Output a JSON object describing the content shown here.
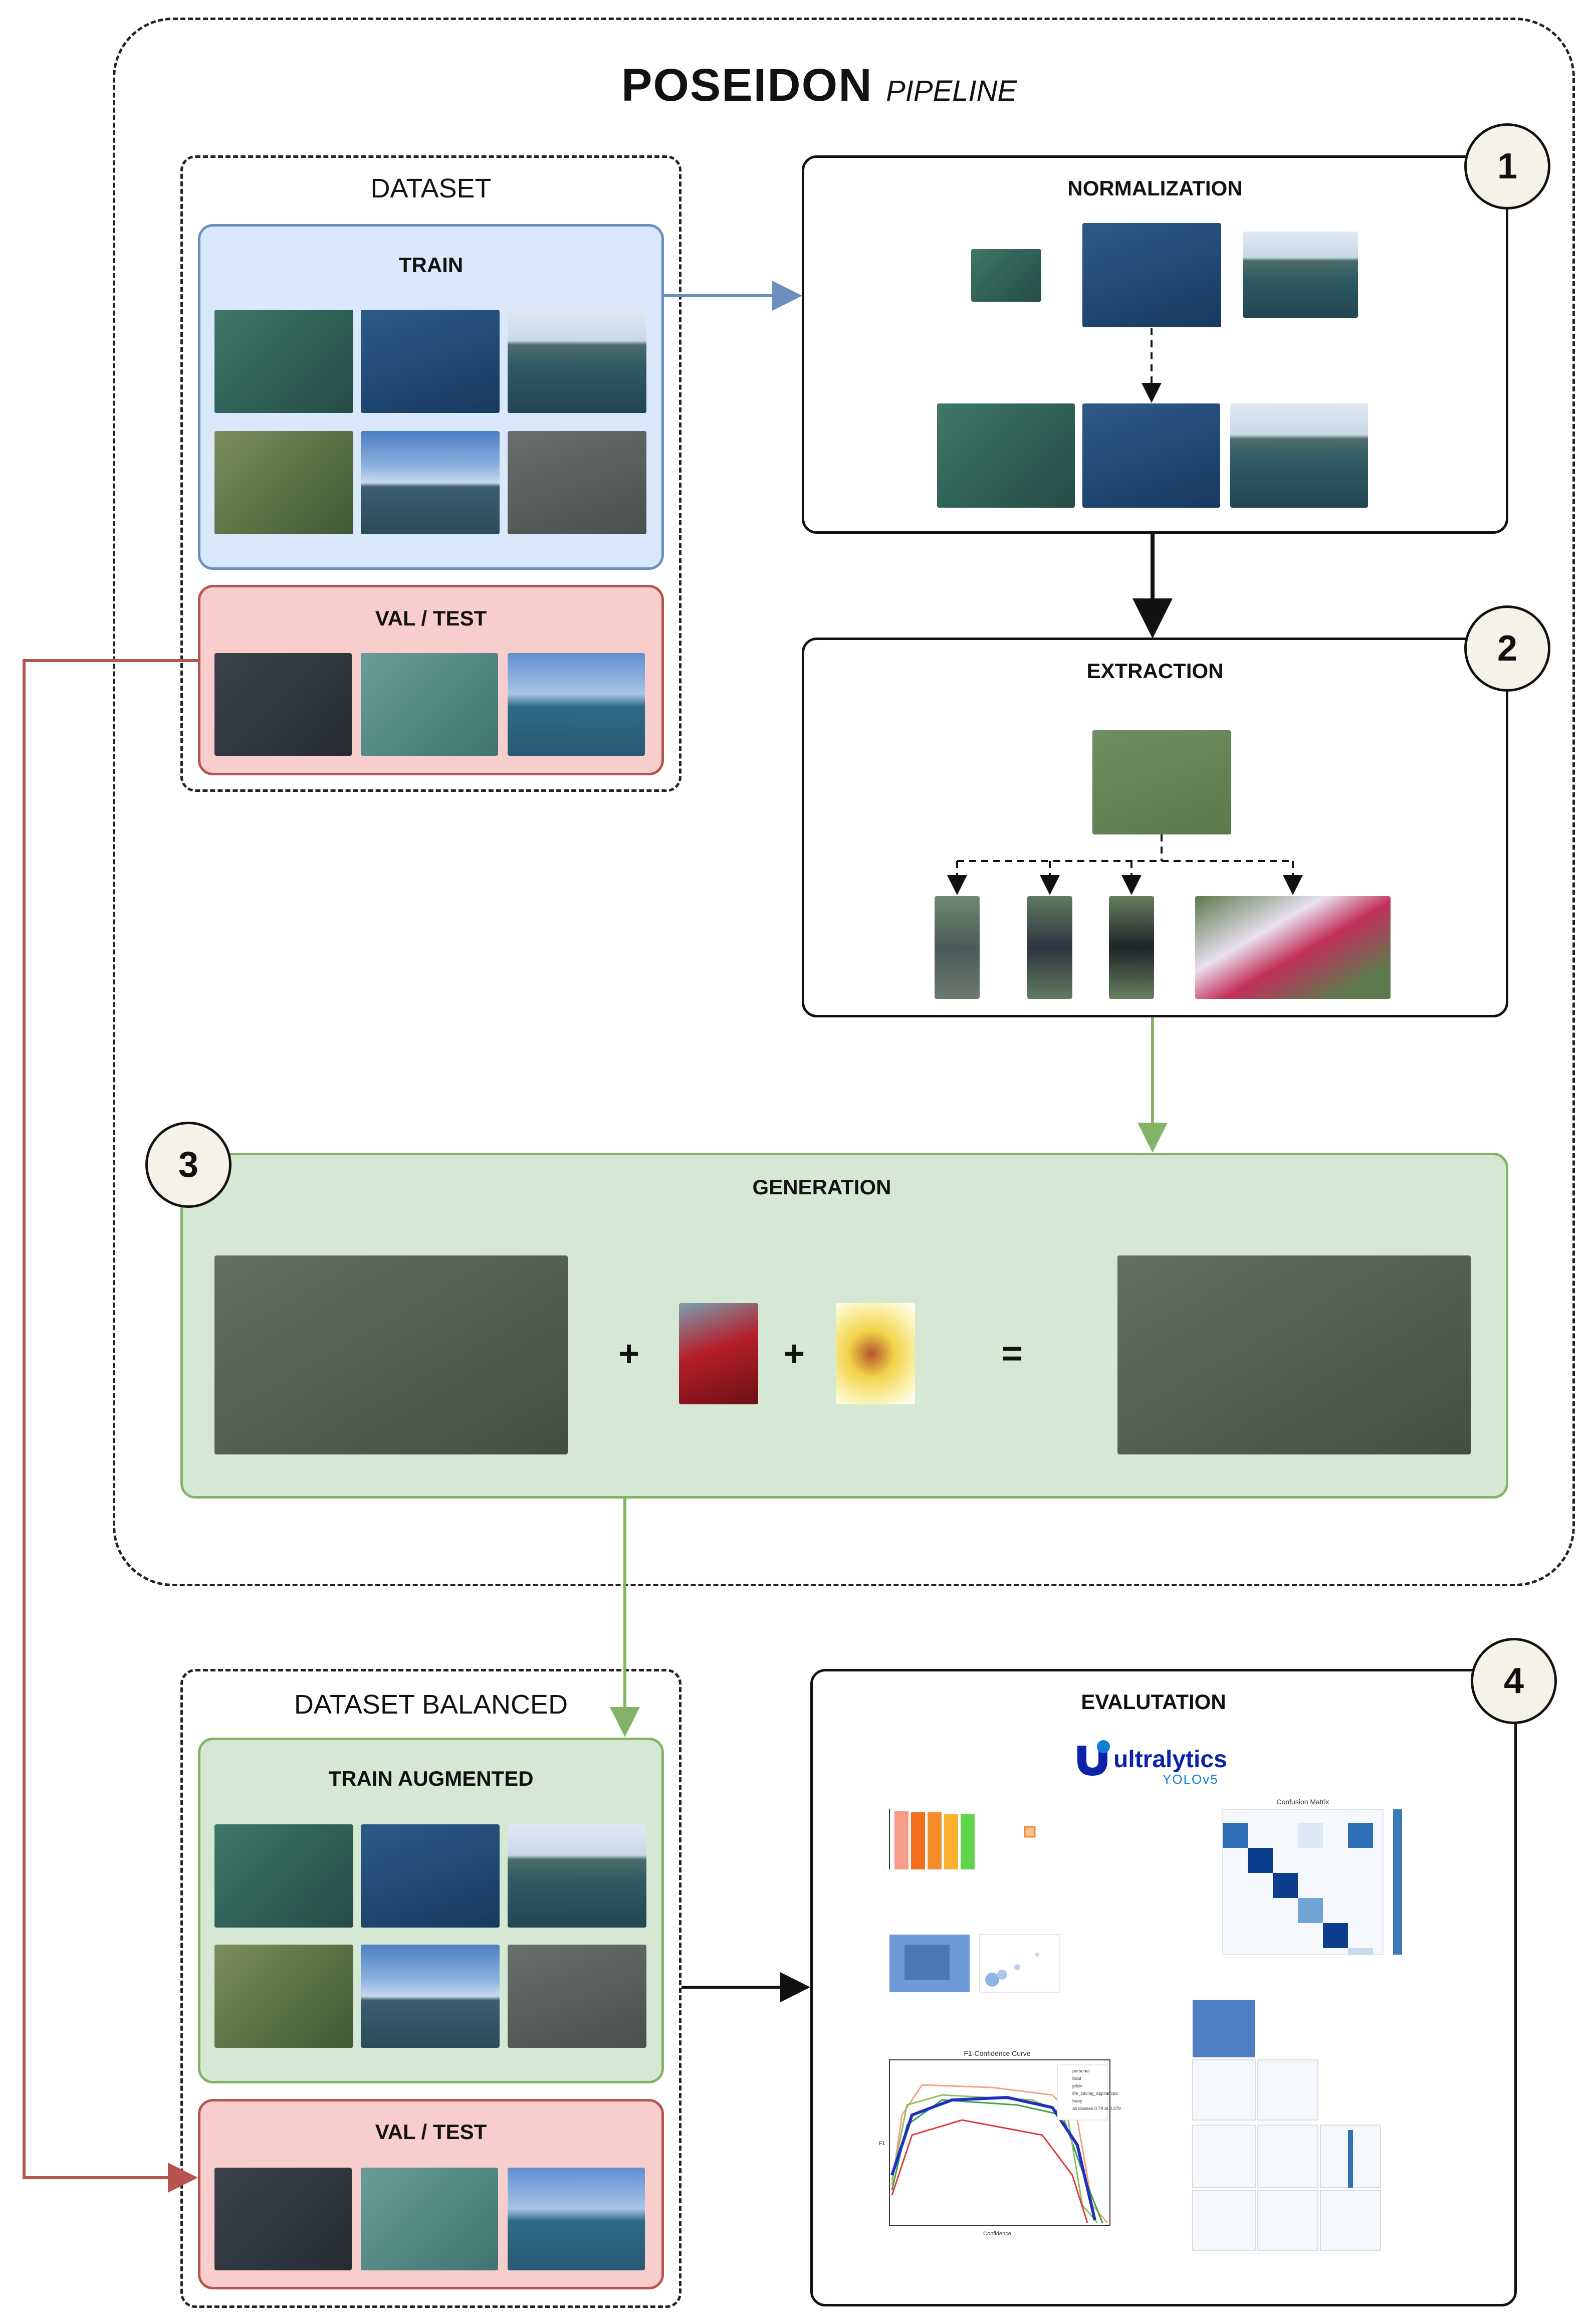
{
  "header": {
    "title": "POSEIDON",
    "subtitle": "PIPELINE"
  },
  "dataset": {
    "label": "DATASET",
    "train_label": "TRAIN",
    "valtest_label": "VAL / TEST"
  },
  "steps": {
    "normalization": {
      "number": "1",
      "label": "NORMALIZATION"
    },
    "extraction": {
      "number": "2",
      "label": "EXTRACTION"
    },
    "generation": {
      "number": "3",
      "label": "GENERATION",
      "plus1": "+",
      "plus2": "+",
      "equals": "="
    },
    "evaluation": {
      "number": "4",
      "label": "EVALUTATION",
      "brand": "ultralytics",
      "brand_sub": "YOLOv5"
    }
  },
  "dataset_balanced": {
    "label": "DATASET BALANCED",
    "train_label": "TRAIN AUGMENTED",
    "valtest_label": "VAL / TEST"
  },
  "eval_plots": {
    "confusion_title": "Confusion Matrix",
    "f1_title": "F1-Confidence Curve",
    "f1_xlabel": "Confidence",
    "f1_ylabel": "F1",
    "legend": [
      "personal",
      "boat",
      "jetski",
      "life_saving_appliances",
      "buoy",
      "all classes 0.79 at 0.379"
    ],
    "colors": {
      "arrow_blue": "#6c8ebf",
      "arrow_green": "#82b366",
      "arrow_red": "#b85450"
    }
  }
}
